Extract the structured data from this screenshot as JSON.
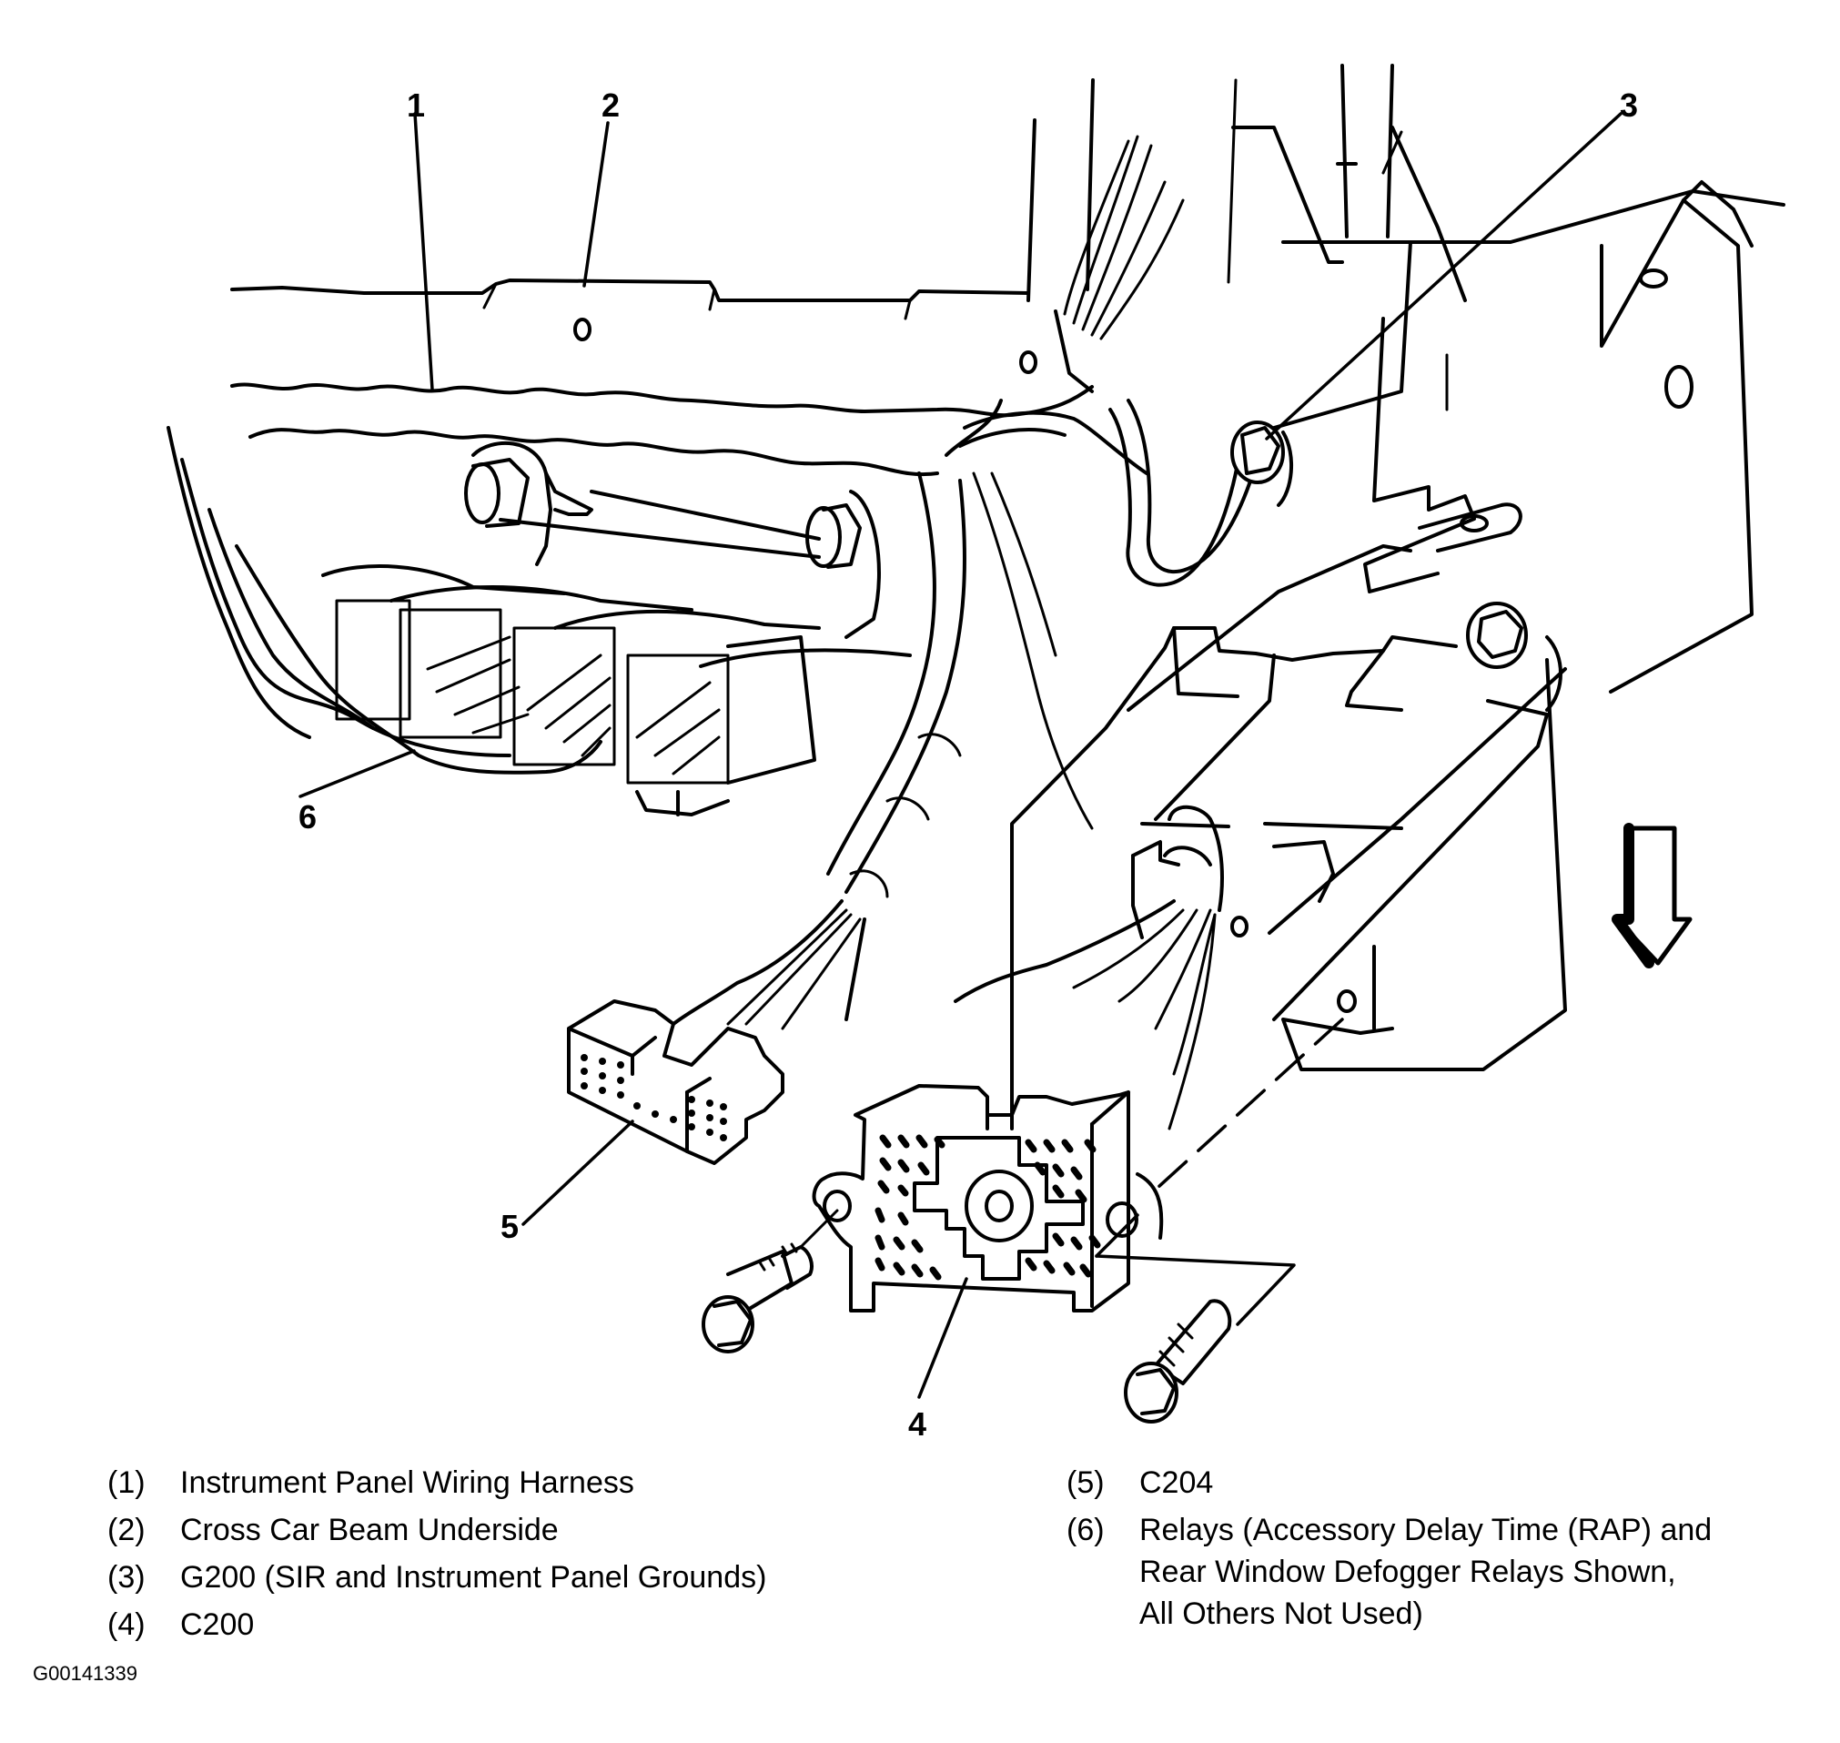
{
  "figure": {
    "id_label": "G00141339",
    "direction_arrow": "down-arrow"
  },
  "callouts": [
    {
      "number": "1"
    },
    {
      "number": "2"
    },
    {
      "number": "3"
    },
    {
      "number": "4"
    },
    {
      "number": "5"
    },
    {
      "number": "6"
    }
  ],
  "legend": {
    "items": [
      {
        "num": "(1)",
        "text": "Instrument Panel Wiring Harness"
      },
      {
        "num": "(2)",
        "text": "Cross Car Beam Underside"
      },
      {
        "num": "(3)",
        "text": "G200 (SIR and Instrument Panel Grounds)"
      },
      {
        "num": "(4)",
        "text": "C200"
      },
      {
        "num": "(5)",
        "text": "C204"
      },
      {
        "num": "(6)",
        "text": "Relays (Accessory Delay Time (RAP) and",
        "continuation": [
          "Rear Window Defogger Relays Shown,",
          "All Others Not Used)"
        ]
      }
    ]
  }
}
